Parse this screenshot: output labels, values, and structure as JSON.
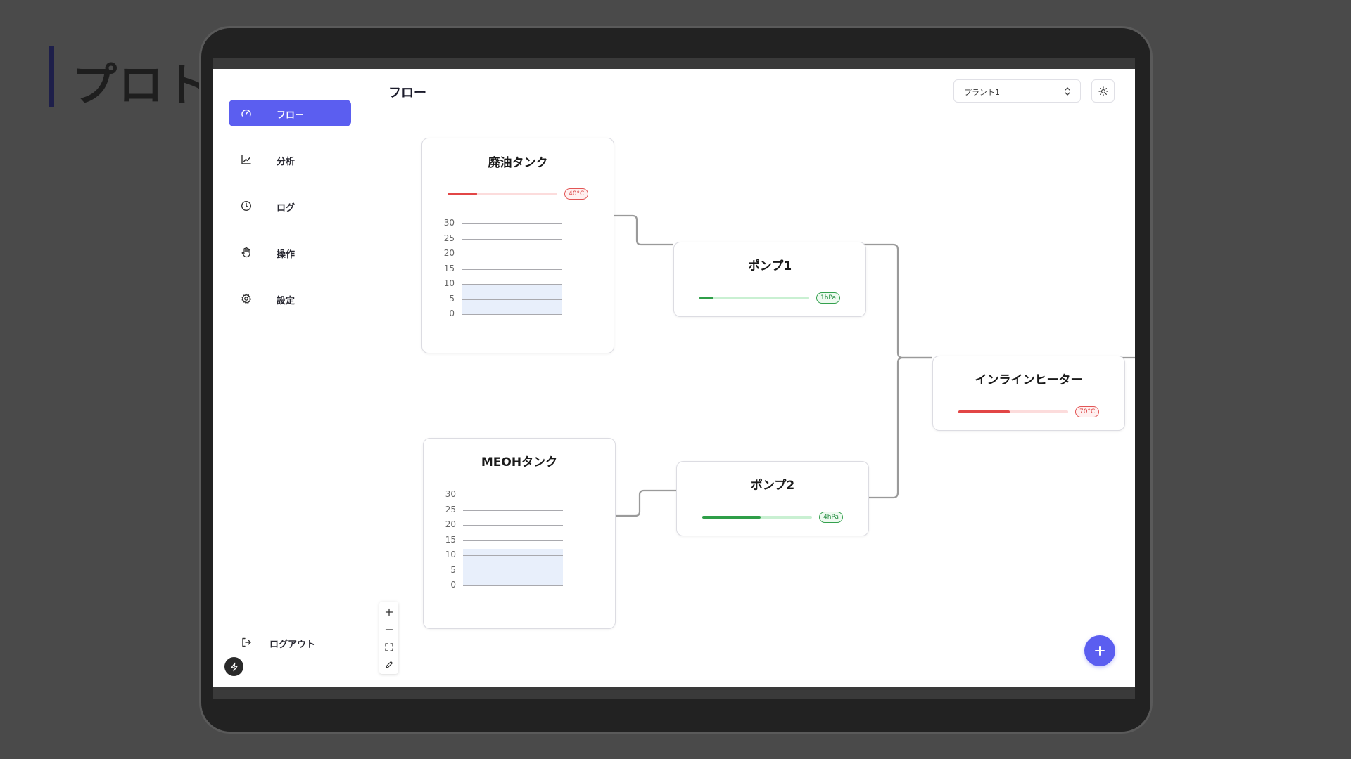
{
  "slide": {
    "title": "プロトタ"
  },
  "app": {
    "page_title": "フロー",
    "nav": [
      {
        "label": "フロー",
        "icon": "gauge-icon",
        "active": true
      },
      {
        "label": "分析",
        "icon": "chart-line-icon",
        "active": false
      },
      {
        "label": "ログ",
        "icon": "clock-icon",
        "active": false
      },
      {
        "label": "操作",
        "icon": "hand-icon",
        "active": false
      },
      {
        "label": "設定",
        "icon": "gear-icon",
        "active": false
      }
    ],
    "logout_label": "ログアウト",
    "plant_select": {
      "value": "プラント1"
    },
    "accent_color": "#5b5ef0"
  },
  "flow": {
    "nodes": {
      "waste_oil_tank": {
        "title": "廃油タンク",
        "temperature": {
          "label": "40°C",
          "fraction": 0.27,
          "color": "#e24646"
        },
        "chart": {
          "ticks": [
            "30",
            "25",
            "20",
            "15",
            "10",
            "5",
            "0"
          ],
          "ymax": 30,
          "level": 10
        }
      },
      "meoh_tank": {
        "title": "MEOHタンク",
        "chart": {
          "ticks": [
            "30",
            "25",
            "20",
            "15",
            "10",
            "5",
            "0"
          ],
          "ymax": 30,
          "level": 12
        }
      },
      "pump1": {
        "title": "ポンプ1",
        "pressure": {
          "label": "1hPa",
          "fraction": 0.13,
          "color": "#2f9e48"
        }
      },
      "pump2": {
        "title": "ポンプ2",
        "pressure": {
          "label": "4hPa",
          "fraction": 0.53,
          "color": "#2f9e48"
        }
      },
      "inline_heater": {
        "title": "インラインヒーター",
        "temperature": {
          "label": "70°C",
          "fraction": 0.47,
          "color": "#e24646"
        }
      }
    }
  }
}
